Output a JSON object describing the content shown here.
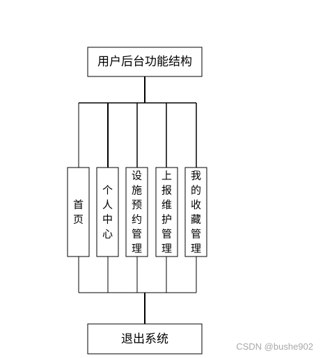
{
  "diagram": {
    "title": "用户后台功能结构",
    "children": [
      "首页",
      "个人中心",
      "设施预约管理",
      "上报维护管理",
      "我的收藏管理"
    ],
    "footer": "退出系统"
  },
  "watermark": "CSDN @bushe902",
  "colors": {
    "line": "#000000",
    "box_fill": "#ffffff",
    "watermark": "#a8a8a8"
  }
}
